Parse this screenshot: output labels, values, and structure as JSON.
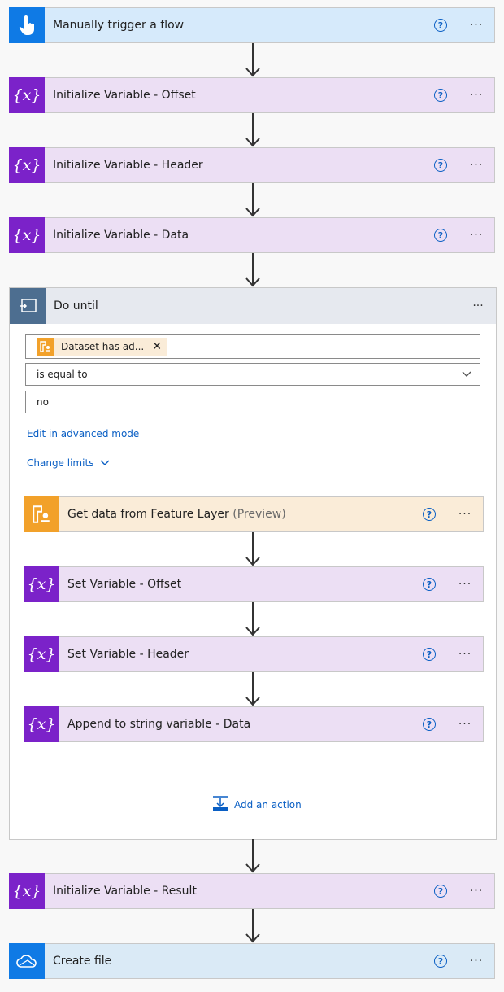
{
  "steps": {
    "trigger": {
      "title": "Manually trigger a flow",
      "icon": "hand-pointer-icon"
    },
    "init_offset": {
      "title": "Initialize Variable - Offset",
      "icon": "variable-icon"
    },
    "init_header": {
      "title": "Initialize Variable - Header",
      "icon": "variable-icon"
    },
    "init_data": {
      "title": "Initialize Variable - Data",
      "icon": "variable-icon"
    },
    "init_result": {
      "title": "Initialize Variable - Result",
      "icon": "variable-icon"
    },
    "create_file": {
      "title": "Create file",
      "icon": "onedrive-cloud-icon"
    }
  },
  "do_until": {
    "title": "Do until",
    "icon": "loop-icon",
    "condition": {
      "token_label": "Dataset has ad...",
      "operator": "is equal to",
      "value": "no"
    },
    "edit_advanced": "Edit in advanced mode",
    "change_limits": "Change limits",
    "inner_steps": {
      "get_data": {
        "title": "Get data from Feature Layer",
        "suffix": "(Preview)",
        "icon": "arcgis-feature-icon"
      },
      "set_offset": {
        "title": "Set Variable - Offset",
        "icon": "variable-icon"
      },
      "set_header": {
        "title": "Set Variable - Header",
        "icon": "variable-icon"
      },
      "append_data": {
        "title": "Append to string variable - Data",
        "icon": "variable-icon"
      }
    },
    "add_action": "Add an action"
  },
  "common": {
    "help_glyph": "?",
    "more_glyph": "···",
    "var_glyph": "{x}"
  },
  "colors": {
    "trigger": "#0f7ae5",
    "variable": "#7b22c9",
    "arcgis": "#f2a12a",
    "loop": "#4d6e90",
    "link": "#0a5fc4"
  }
}
